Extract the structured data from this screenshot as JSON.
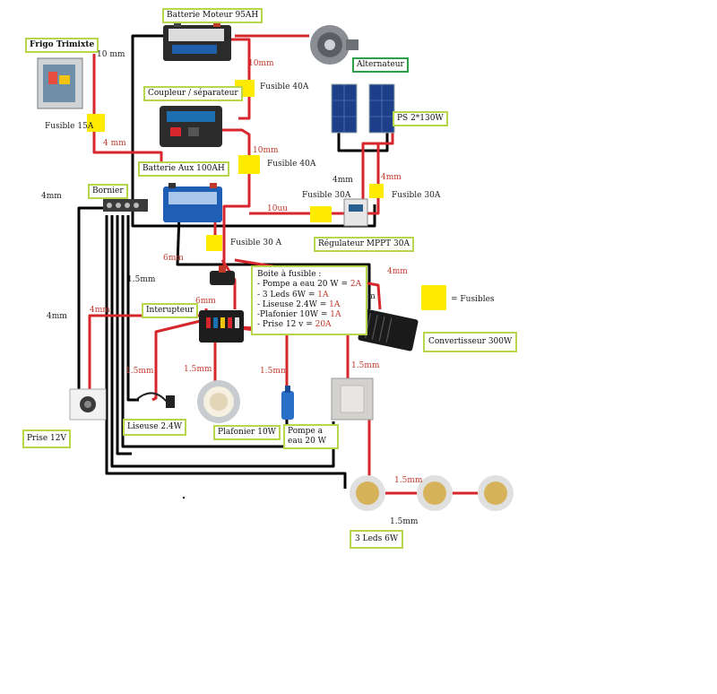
{
  "components": {
    "batterie_moteur": "Batterie Moteur 95AH",
    "alternateur": "Alternateur",
    "frigo": "Frigo Trimixte",
    "coupleur": "Coupleur / séparateur",
    "panneaux": "PS 2*130W",
    "batterie_aux": "Batterie Aux 100AH",
    "bornier": "Bornier",
    "regulateur": "Régulateur MPPT 30A",
    "interrupteur": "Interupteur",
    "convertisseur": "Convertisseur 300W",
    "prise": "Prise 12V",
    "liseuse": "Liseuse 2.4W",
    "plafonier": "Plafonier 10W",
    "pompe": "Pompe a eau 20 W",
    "leds": "3 Leds 6W"
  },
  "fuses": {
    "f40a_1": "Fusible 40A",
    "f40a_2": "Fusible 40A",
    "f15a": "Fusible 15A",
    "f30a_1": "Fusible 30A",
    "f30a_2": "Fusible 30A",
    "f30a_3": "Fusible 30 A"
  },
  "wire_sizes": {
    "w10_top": "10 mm",
    "w10_red1": "10mm",
    "w4_frigo": "4 mm",
    "w10_red2": "10mm",
    "w4mm_a": "4mm",
    "w4mm_b": "4mm",
    "w10u": "10uu",
    "w4mm_left": "4mm",
    "w6mm_a": "6mm",
    "w4mm_conv": "4mm",
    "w4mm_conv2": "4mm",
    "w15_vert": "1.5mm",
    "w6mm_b": "6mm",
    "w4mm_left2": "4mm",
    "w4mm_red": "4mm",
    "w15_lis": "1.5mm",
    "w15_plaf": "1.5mm",
    "w15_pompe": "1.5mm",
    "w15_switch": "1.5mm",
    "w15_leds": "1.5mm",
    "w15_leds2": "1.5mm"
  },
  "fusebox": {
    "title": "Boite à fusible :",
    "rows": [
      {
        "label": "- Pompe a eau 20 W = ",
        "value": "2A"
      },
      {
        "label": "- 3 Leds 6W = ",
        "value": "1A"
      },
      {
        "label": "- Liseuse 2.4W = ",
        "value": "1A"
      },
      {
        "label": "-Plafonier 10W = ",
        "value": "1A"
      },
      {
        "label": "- Prise 12 v = ",
        "value": "20A"
      }
    ]
  },
  "legend": {
    "label": "= Fusibles",
    "color": "#ffeb00"
  },
  "colors": {
    "positive_wire": "#d7262c",
    "negative_wire": "#000000",
    "label_border": "#b8d64c",
    "fuse": "#ffeb00"
  }
}
